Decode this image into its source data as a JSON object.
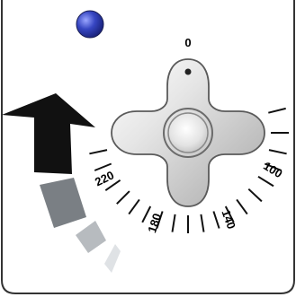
{
  "dial": {
    "zero_label": "0",
    "labels": [
      {
        "name": "dial-label-100",
        "text": "100"
      },
      {
        "name": "dial-label-140",
        "text": "140"
      },
      {
        "name": "dial-label-180",
        "text": "180"
      },
      {
        "name": "dial-label-220",
        "text": "220"
      }
    ]
  },
  "icons": {
    "indicator": "status-led-icon",
    "arrow": "rotate-arrow-icon",
    "knob": "cross-knob-icon"
  },
  "colors": {
    "led": "#2f3fb3",
    "arrow": "#111111",
    "fade_dark": "#7a7f84",
    "fade_mid": "#b7bbbf",
    "fade_light": "#dfe2e5",
    "knob_edge": "#5a5a5a"
  }
}
